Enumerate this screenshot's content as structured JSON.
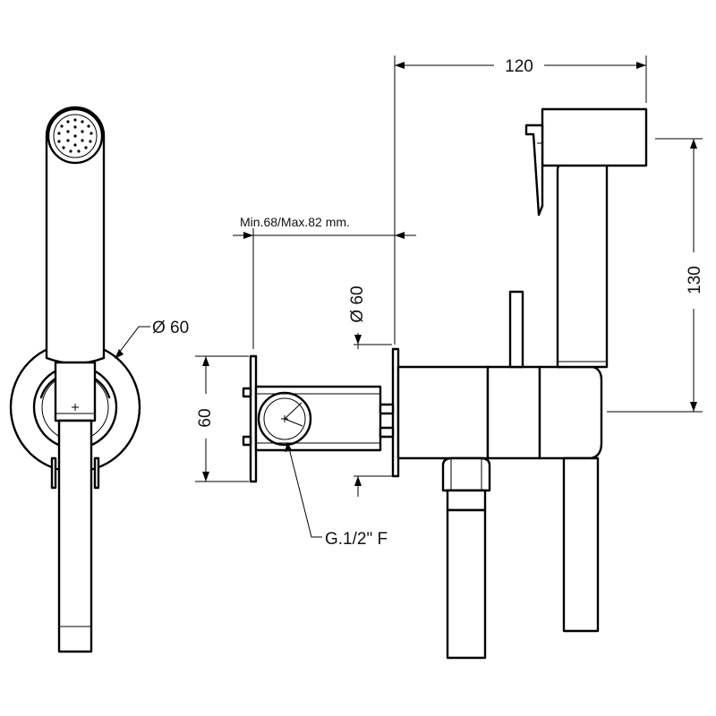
{
  "dimensions": {
    "width_total": "120",
    "height_total": "130",
    "wall_range": "Min.68/Max.82 mm.",
    "diameter_front": "Ø 60",
    "diameter_side": "Ø 60",
    "box_height": "60",
    "thread": "G.1/2\" F"
  },
  "colors": {
    "line": "#000000",
    "background": "#ffffff"
  }
}
